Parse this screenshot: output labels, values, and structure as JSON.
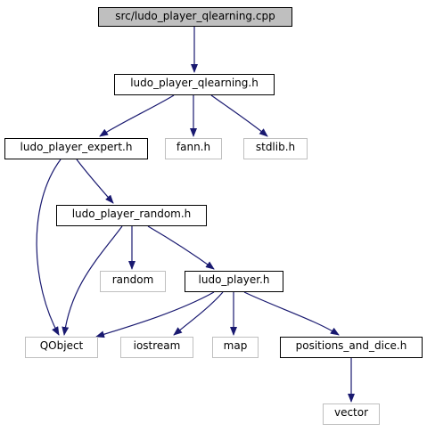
{
  "colors": {
    "edge": "#191970",
    "root_fill": "#bfbfbf",
    "local_border": "#000000",
    "system_border": "#bfbfbf"
  },
  "nodes": [
    {
      "id": "root",
      "label": "src/ludo_player_qlearning.cpp",
      "kind": "root"
    },
    {
      "id": "qlearning_h",
      "label": "ludo_player_qlearning.h",
      "kind": "local"
    },
    {
      "id": "expert_h",
      "label": "ludo_player_expert.h",
      "kind": "local"
    },
    {
      "id": "fann_h",
      "label": "fann.h",
      "kind": "system"
    },
    {
      "id": "stdlib_h",
      "label": "stdlib.h",
      "kind": "system"
    },
    {
      "id": "random_h",
      "label": "ludo_player_random.h",
      "kind": "local"
    },
    {
      "id": "random",
      "label": "random",
      "kind": "system"
    },
    {
      "id": "player_h",
      "label": "ludo_player.h",
      "kind": "local"
    },
    {
      "id": "qobject",
      "label": "QObject",
      "kind": "system"
    },
    {
      "id": "iostream",
      "label": "iostream",
      "kind": "system"
    },
    {
      "id": "map",
      "label": "map",
      "kind": "system"
    },
    {
      "id": "positions_h",
      "label": "positions_and_dice.h",
      "kind": "local"
    },
    {
      "id": "vector",
      "label": "vector",
      "kind": "system"
    }
  ],
  "edges": [
    [
      "root",
      "qlearning_h"
    ],
    [
      "qlearning_h",
      "expert_h"
    ],
    [
      "qlearning_h",
      "fann_h"
    ],
    [
      "qlearning_h",
      "stdlib_h"
    ],
    [
      "expert_h",
      "random_h"
    ],
    [
      "expert_h",
      "qobject"
    ],
    [
      "random_h",
      "random"
    ],
    [
      "random_h",
      "player_h"
    ],
    [
      "random_h",
      "qobject"
    ],
    [
      "player_h",
      "qobject"
    ],
    [
      "player_h",
      "iostream"
    ],
    [
      "player_h",
      "map"
    ],
    [
      "player_h",
      "positions_h"
    ],
    [
      "positions_h",
      "vector"
    ]
  ]
}
